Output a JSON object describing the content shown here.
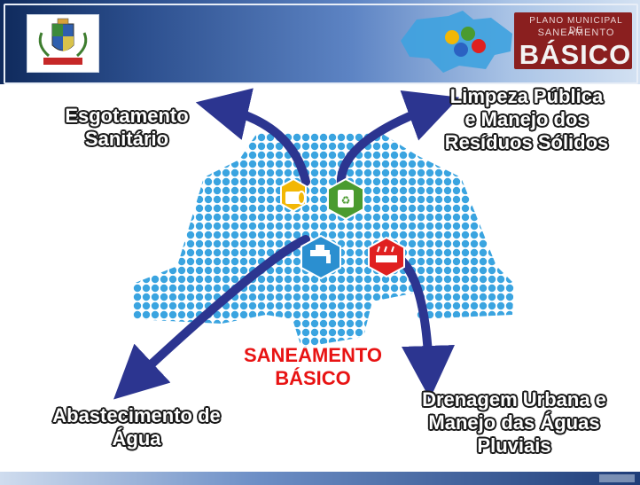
{
  "diagram": {
    "center_line1": "SANEAMENTO",
    "center_line2": "BÁSICO",
    "components": [
      {
        "lines": [
          "Esgotamento",
          "Sanitário"
        ],
        "icon": "pipe-icon",
        "color": "#f2b705"
      },
      {
        "lines": [
          "Limpeza Pública",
          "e Manejo dos",
          "Resíduos Sólidos"
        ],
        "icon": "recycle-icon",
        "color": "#4a9b2f"
      },
      {
        "lines": [
          "Abastecimento de",
          "Água"
        ],
        "icon": "faucet-icon",
        "color": "#2b8fd0"
      },
      {
        "lines": [
          "Drenagem Urbana e",
          "Manejo das Águas",
          "Pluviais"
        ],
        "icon": "rain-icon",
        "color": "#e02020"
      }
    ]
  },
  "header": {
    "logo_line1": "PLANO MUNICIPAL DE",
    "logo_line2": "SANEAMENTO",
    "logo_line3": "BÁSICO",
    "crest_icon": "municipal-crest-icon"
  },
  "colors": {
    "arrow": "#2c3590",
    "hex_dot": "#3aa4e0",
    "header_dark": "#0f2a5c"
  }
}
